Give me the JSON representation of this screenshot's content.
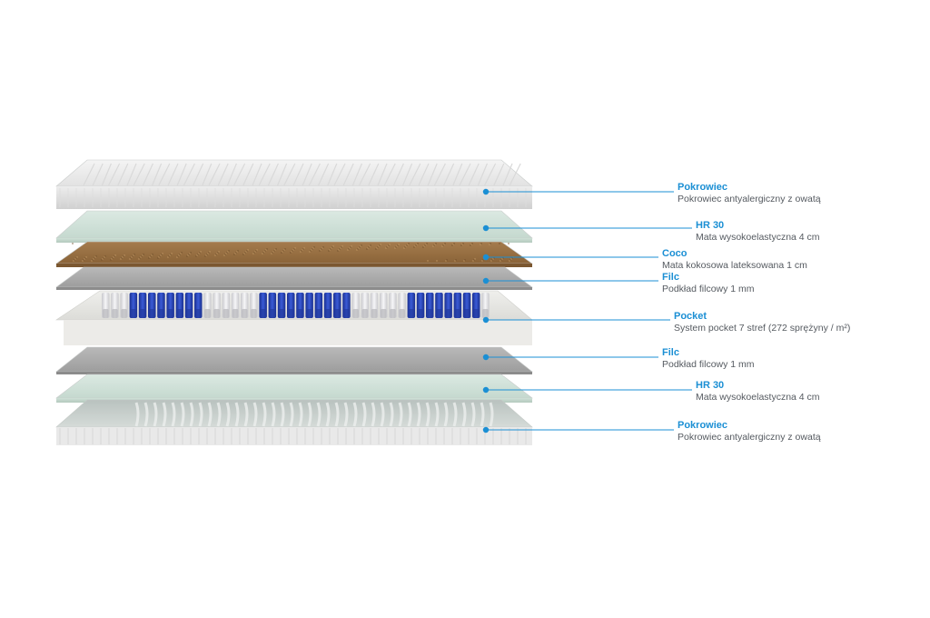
{
  "colors": {
    "accent": "#1b8fd4",
    "description_text": "#555a60"
  },
  "layers": [
    {
      "key": "cover-top",
      "title": "Pokrowiec",
      "desc": "Pokrowiec antyalergiczny z owatą"
    },
    {
      "key": "hr30-top",
      "title": "HR 30",
      "desc": "Mata wysokoelastyczna 4 cm"
    },
    {
      "key": "coco",
      "title": "Coco",
      "desc": "Mata kokosowa lateksowana 1 cm"
    },
    {
      "key": "felt-top",
      "title": "Filc",
      "desc": "Podkład filcowy 1 mm"
    },
    {
      "key": "pocket",
      "title": "Pocket",
      "desc": "System pocket 7 stref (272 sprężyny / m²)"
    },
    {
      "key": "felt-bottom",
      "title": "Filc",
      "desc": "Podkład filcowy 1 mm"
    },
    {
      "key": "hr30-bottom",
      "title": "HR 30",
      "desc": "Mata wysokoelastyczna 4 cm"
    },
    {
      "key": "cover-bottom",
      "title": "Pokrowiec",
      "desc": "Pokrowiec antyalergiczny z owatą"
    }
  ]
}
